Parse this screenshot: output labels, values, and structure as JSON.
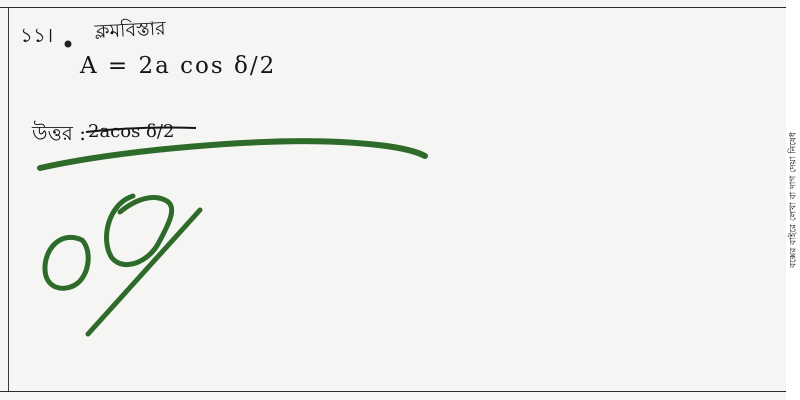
{
  "answer_sheet": {
    "question_number": "১১।",
    "heading": "ক্লমবিস্তার",
    "equation": "A = 2a cos δ/2",
    "answer_label": "উত্তর :",
    "struck_answer": "2acos δ/2",
    "side_note": "বক্সের বাইরে লেখা বা দাগ দেয়া নিষেধ"
  },
  "grading": {
    "score_mark": "0%",
    "ink_color": "#2e6b2a"
  }
}
